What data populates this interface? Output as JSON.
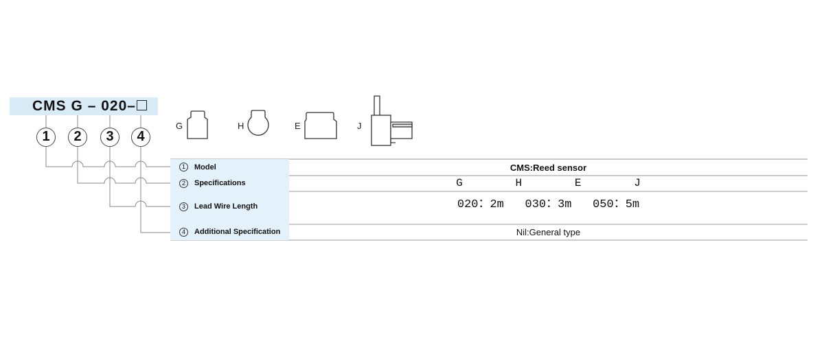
{
  "model_code": {
    "series": "CMS",
    "spec": "G",
    "dash1": "–",
    "lead": "020",
    "dash2": "–"
  },
  "badges": [
    "1",
    "2",
    "3",
    "4"
  ],
  "sensor_types": [
    {
      "letter": "G",
      "icon": "square-head-sensor"
    },
    {
      "letter": "H",
      "icon": "round-head-sensor"
    },
    {
      "letter": "E",
      "icon": "wide-head-sensor"
    },
    {
      "letter": "J",
      "icon": "angled-sensor"
    }
  ],
  "table": {
    "rows": [
      {
        "num": "1",
        "label": "Model",
        "value": "CMS:Reed sensor"
      },
      {
        "num": "2",
        "label": "Specifications",
        "value": "G        H        E        J"
      },
      {
        "num": "3",
        "label": "Lead Wire Length",
        "value": "020：2m   030：3m   050：5m"
      },
      {
        "num": "4",
        "label": "Additional Specification",
        "value": "Nil:General type"
      }
    ]
  }
}
